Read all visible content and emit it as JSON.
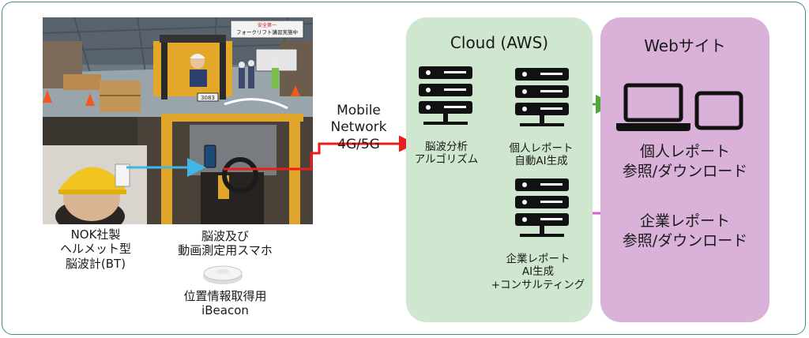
{
  "left": {
    "helmet_label": [
      "NOK社製",
      "ヘルメット型",
      "脳波計(BT)"
    ],
    "phone_label": [
      "脳波及び",
      "動画測定用スマホ"
    ],
    "beacon_label": [
      "位置情報取得用",
      "iBeacon"
    ],
    "photo_sign": [
      "安全第一",
      "フォークリフト講習実施中"
    ],
    "forklift_plate": "3083"
  },
  "network_label": [
    "Mobile",
    "Network",
    "4G/5G"
  ],
  "cloud": {
    "title": "Cloud (AWS)",
    "server_analysis": [
      "脳波分析",
      "アルゴリズム"
    ],
    "server_personal": [
      "個人レポート",
      "自動AI生成"
    ],
    "server_company": [
      "企業レポート",
      "AI生成",
      "+コンサルティング"
    ]
  },
  "web": {
    "title": "Webサイト",
    "personal": [
      "個人レポート",
      "参照/ダウンロード"
    ],
    "company": [
      "企業レポート",
      "参照/ダウンロード"
    ]
  },
  "colors": {
    "frame": "#3c8e93",
    "cloud_bg": "#cfe6cf",
    "web_bg": "#d9b1d9",
    "red_arrow": "#ee1c1c",
    "blue_arrow": "#3fb6e6",
    "orange_arrow": "#f08a3c",
    "green_arrow": "#4fa83a",
    "pink_arrow": "#d45fd4"
  }
}
